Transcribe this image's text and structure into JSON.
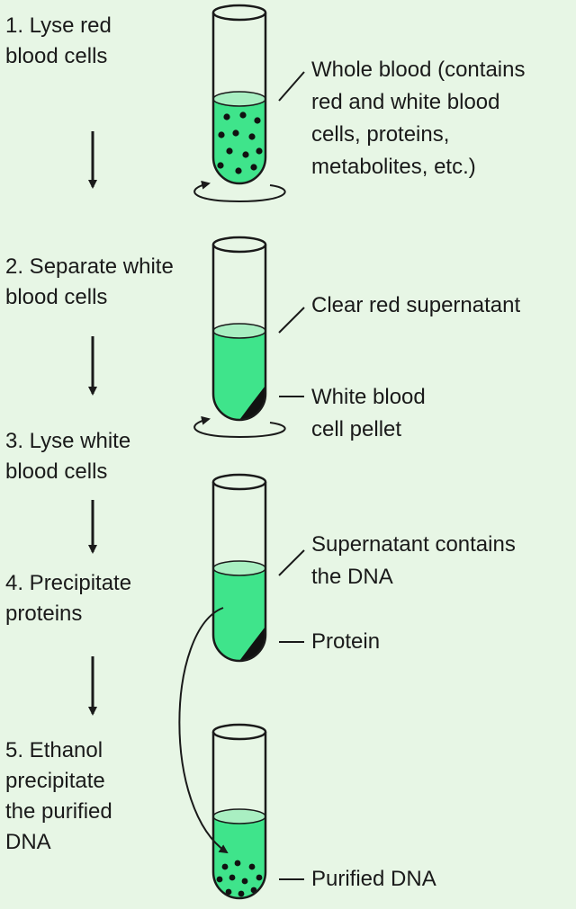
{
  "steps": [
    {
      "label": "1. Lyse red\nblood cells"
    },
    {
      "label": "2. Separate white\nblood cells"
    },
    {
      "label": "3. Lyse white\nblood cells"
    },
    {
      "label": "4. Precipitate\nproteins"
    },
    {
      "label": "5. Ethanol\nprecipitate\nthe purified\nDNA"
    }
  ],
  "labels": {
    "whole_blood": "Whole blood (contains\nred and white blood\ncells, proteins,\nmetabolites, etc.)",
    "clear_supernatant": "Clear red supernatant",
    "white_pellet": "White blood\ncell pellet",
    "supernatant_dna": "Supernatant contains\nthe DNA",
    "protein": "Protein",
    "purified_dna": "Purified DNA"
  },
  "colors": {
    "background": "#e7f6e5",
    "liquid": "#3fe48b",
    "liquid_surface": "#a9efc2",
    "pellet": "#111111",
    "line": "#1a1a1a"
  }
}
